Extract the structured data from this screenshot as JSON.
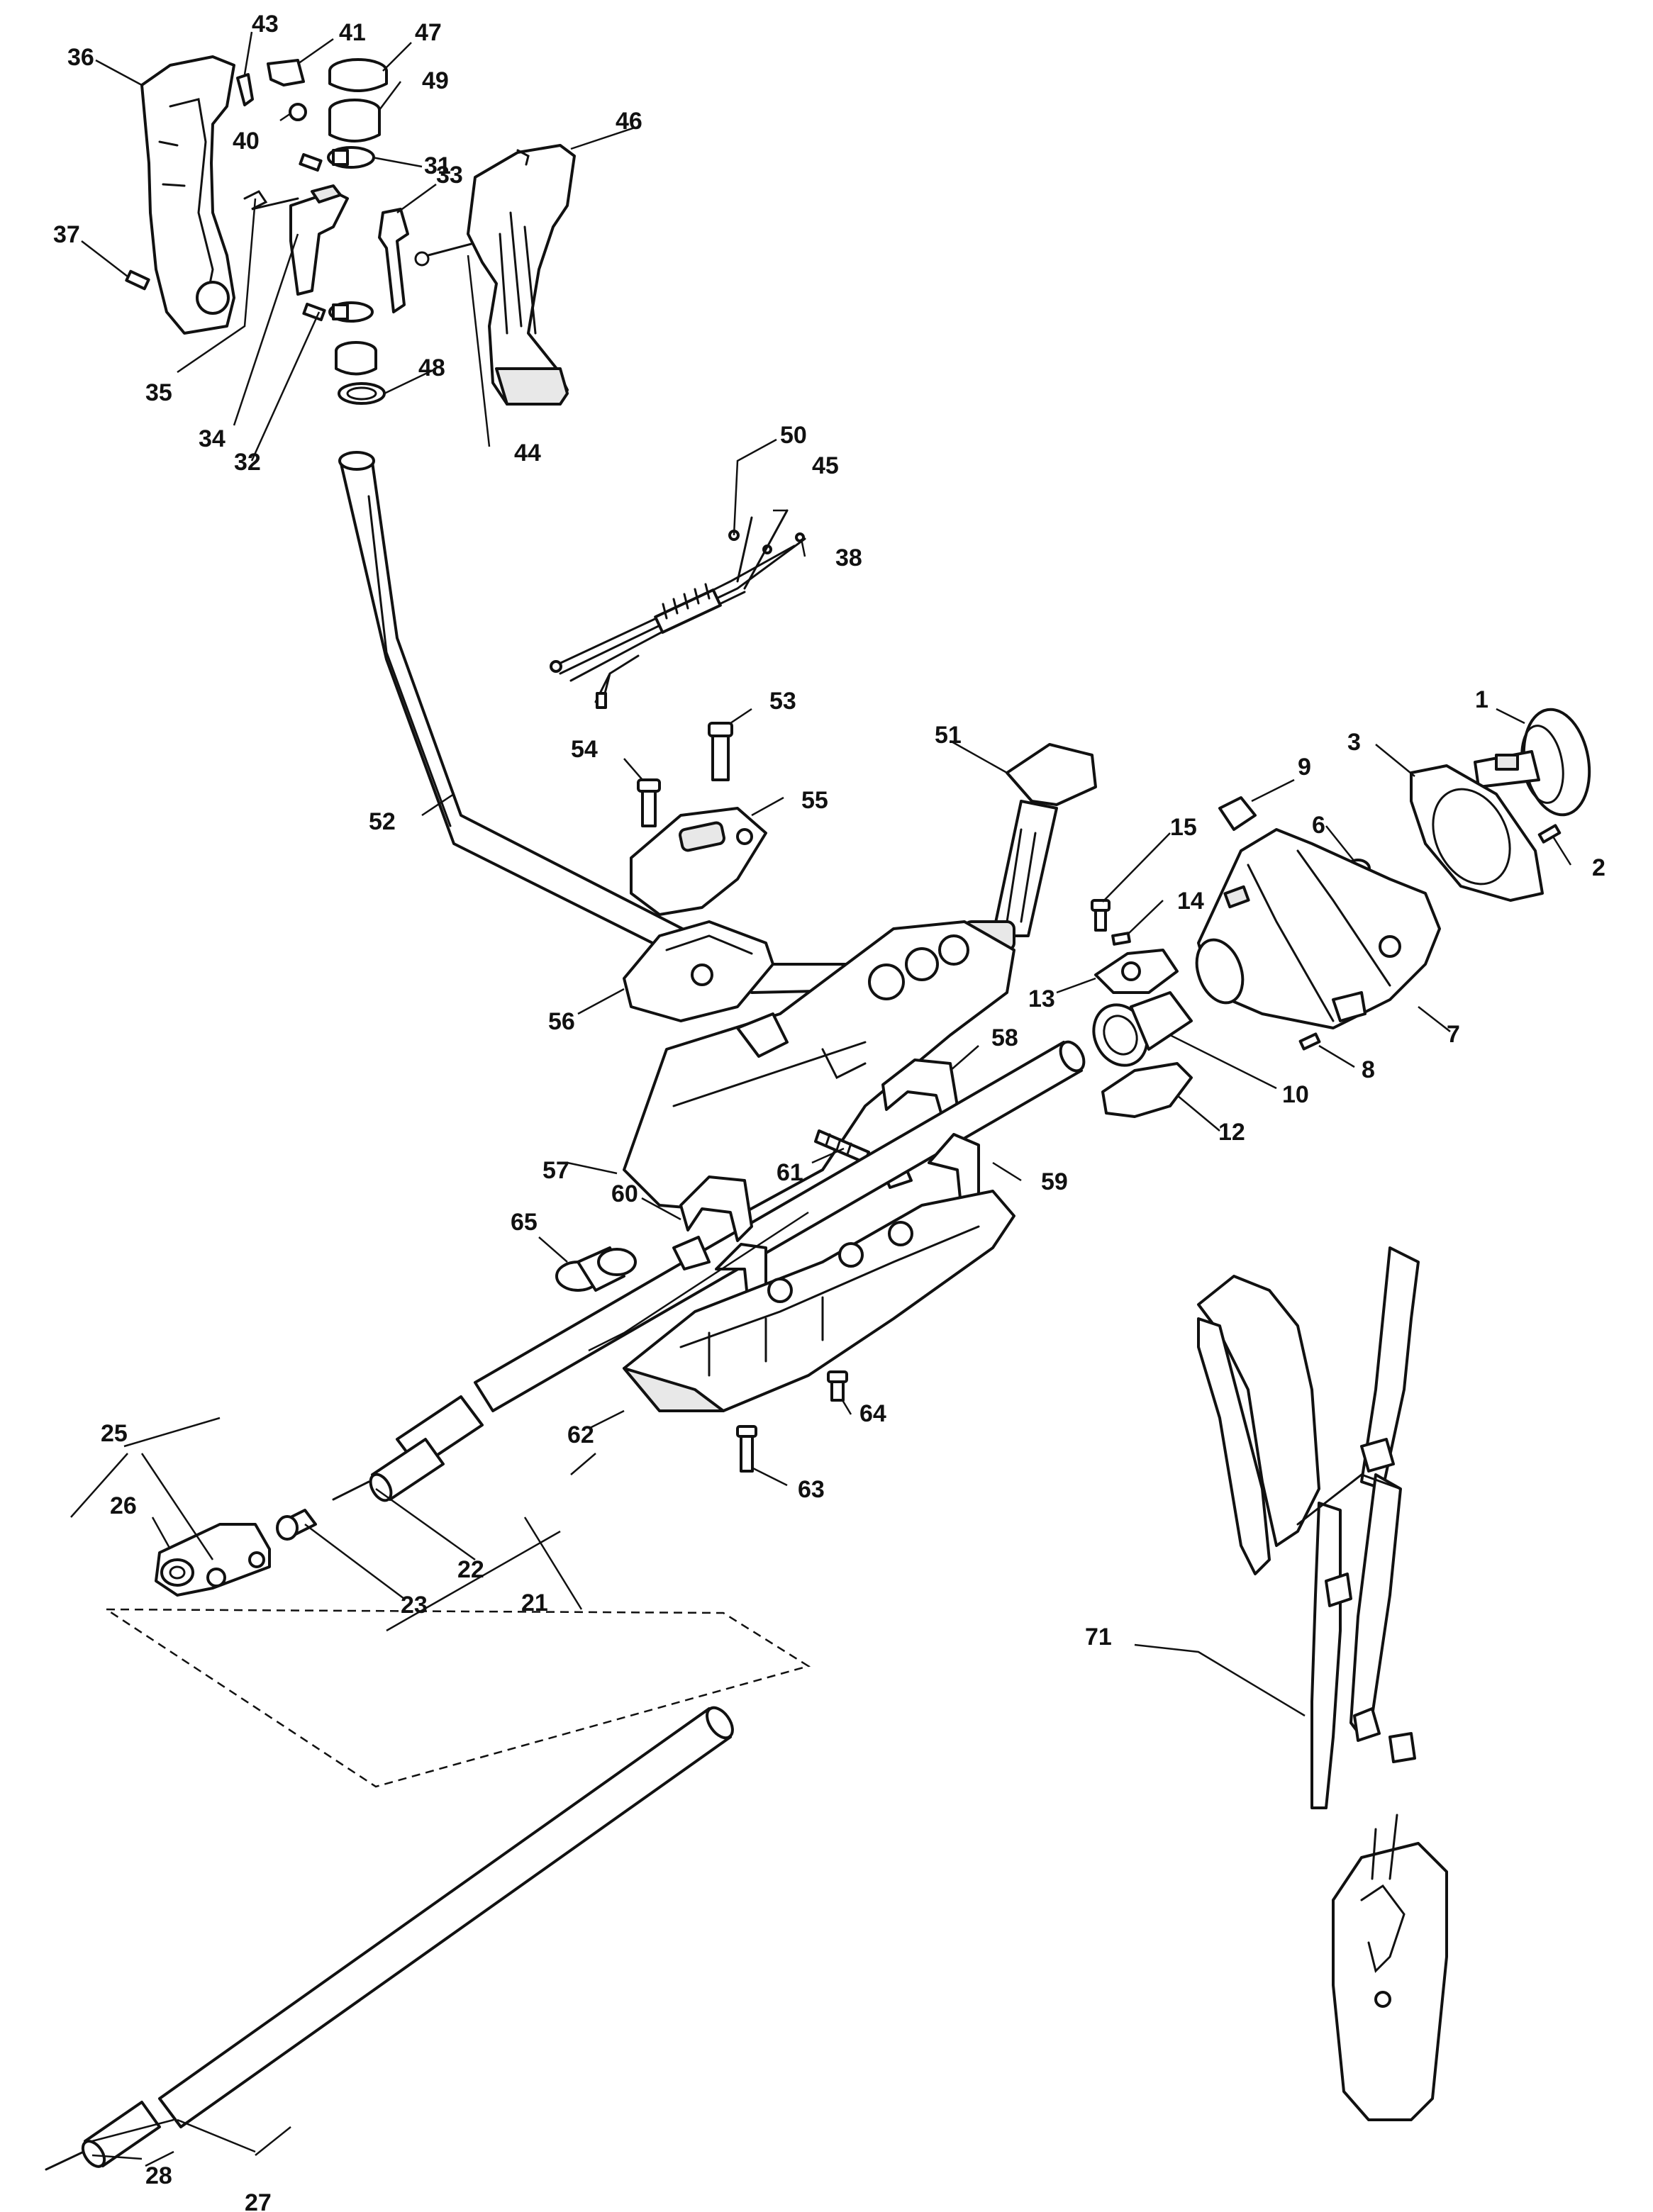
{
  "labels": {
    "p1": "1",
    "p2": "2",
    "p3": "3",
    "p6": "6",
    "p7": "7",
    "p8": "8",
    "p9": "9",
    "p10": "10",
    "p12": "12",
    "p13": "13",
    "p14": "14",
    "p15": "15",
    "p21": "21",
    "p22": "22",
    "p23": "23",
    "p25": "25",
    "p26": "26",
    "p27": "27",
    "p28": "28",
    "p31": "31",
    "p32": "32",
    "p33": "33",
    "p34": "34",
    "p35": "35",
    "p36": "36",
    "p37": "37",
    "p38": "38",
    "p40": "40",
    "p41": "41",
    "p43": "43",
    "p44": "44",
    "p45": "45",
    "p46": "46",
    "p47": "47",
    "p48": "48",
    "p49": "49",
    "p50": "50",
    "p51": "51",
    "p52": "52",
    "p53": "53",
    "p54": "54",
    "p55": "55",
    "p56": "56",
    "p57": "57",
    "p58": "58",
    "p59": "59",
    "p60": "60",
    "p61": "61",
    "p62": "62",
    "p63": "63",
    "p64": "64",
    "p65": "65",
    "p71": "71"
  }
}
